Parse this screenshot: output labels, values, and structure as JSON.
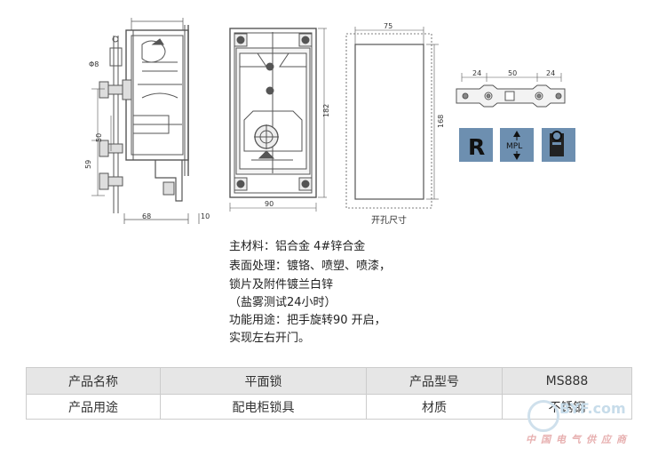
{
  "drawing": {
    "side_view": {
      "dim_phi8": "Φ8",
      "dim_50": "50",
      "dim_59": "59",
      "dim_68": "68",
      "dim_10": "10"
    },
    "front_view": {
      "dim_90": "90",
      "dim_182": "182"
    },
    "cutout_view": {
      "dim_75": "75",
      "dim_168": "168",
      "caption": "开孔尺寸"
    },
    "strip": {
      "dim_left": "24",
      "dim_mid": "50",
      "dim_right": "24"
    },
    "option_icons": [
      {
        "label": "R",
        "icon": "r-handle-icon"
      },
      {
        "label": "MPL",
        "icon": "mpl-icon"
      },
      {
        "label": "",
        "icon": "lock-cylinder-icon"
      }
    ]
  },
  "specs": [
    "主材料：铝合金 4#锌合金",
    "表面处理：镀铬、喷塑、喷漆，",
    "锁片及附件镀兰白锌",
    "（盐雾测试24小时）",
    "功能用途：把手旋转90 开启，",
    "实现左右开门。"
  ],
  "table": {
    "row1": [
      "产品名称",
      "平面锁",
      "产品型号",
      "MS888"
    ],
    "row2": [
      "产品用途",
      "配电柜锁具",
      "材质",
      "不锈钢"
    ]
  },
  "watermark": {
    "url": "BYF.com",
    "subtitle": "中国电气供应商"
  }
}
